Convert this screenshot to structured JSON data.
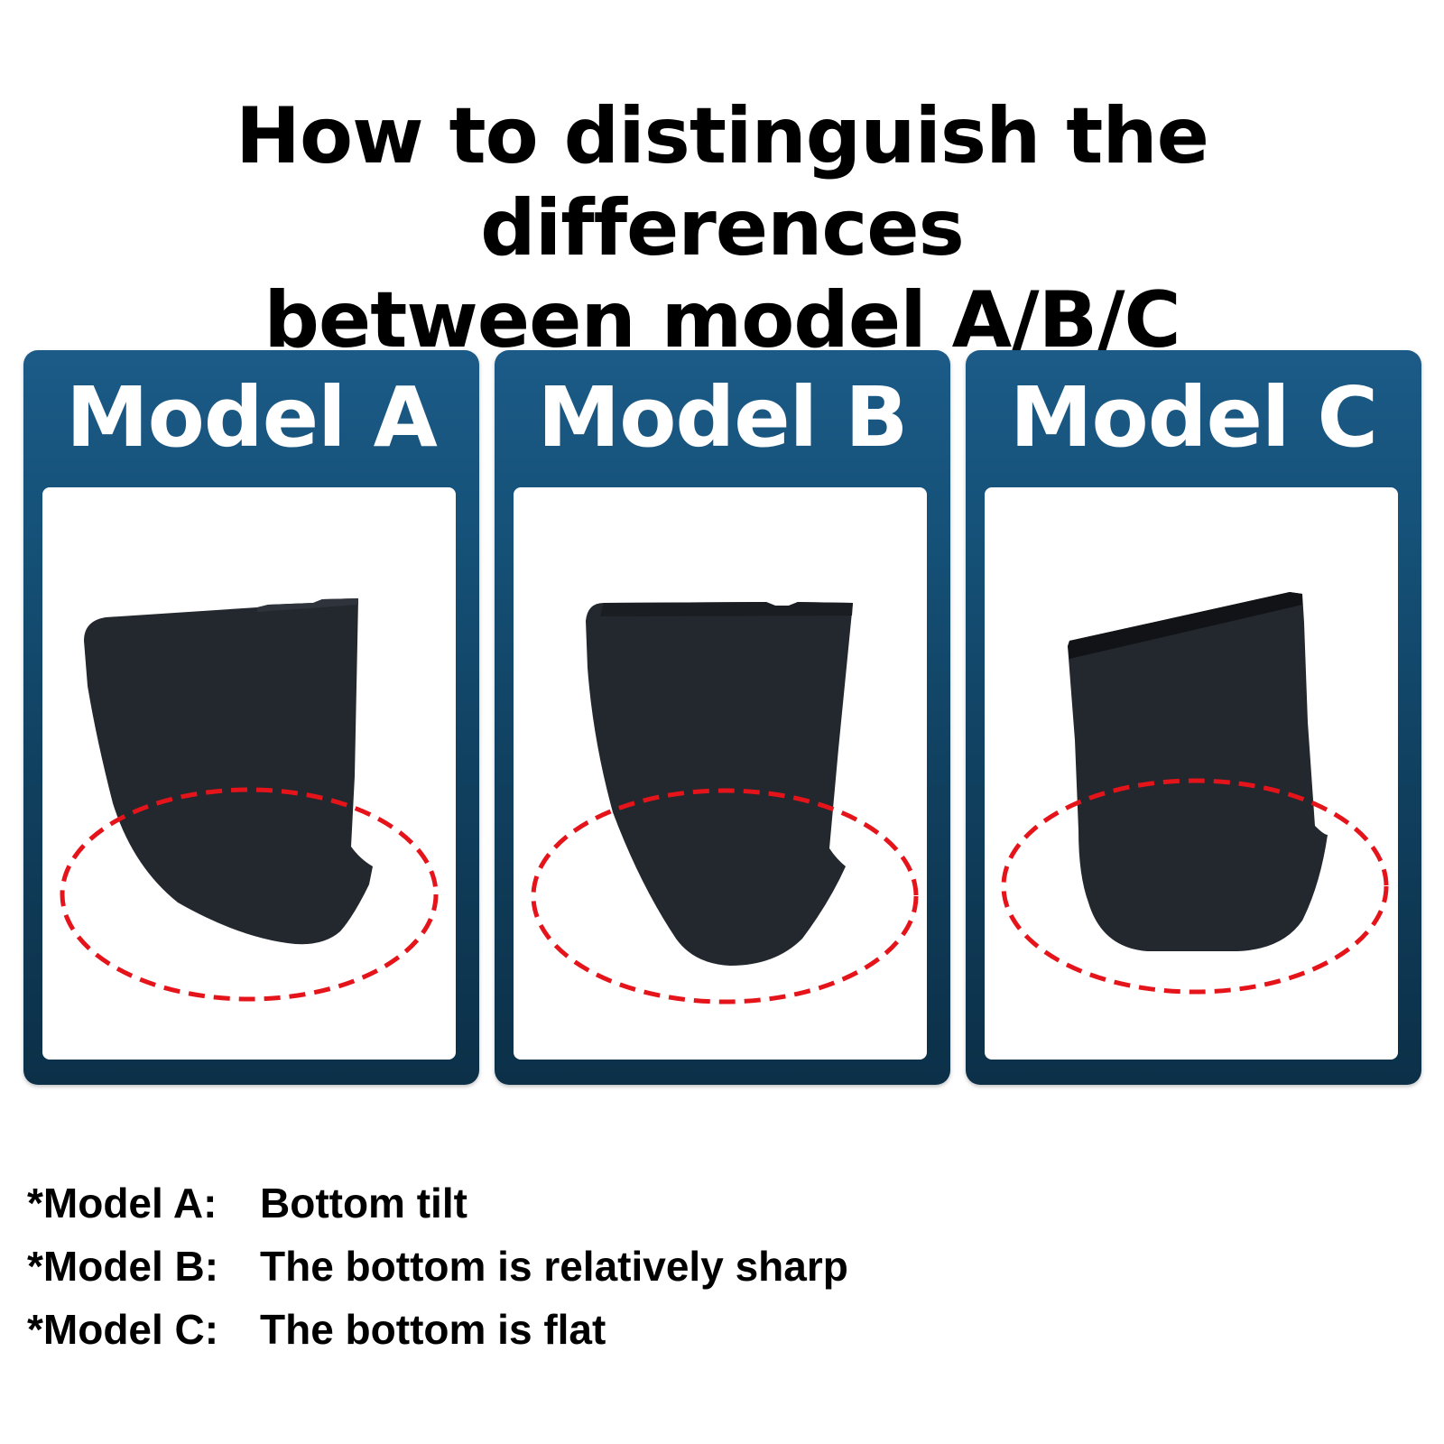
{
  "title": {
    "line1": "How to distinguish the differences",
    "line2": "between model A/B/C"
  },
  "panels": [
    {
      "label": "Model A",
      "icon": "shoe-cover-tilted-bottom-icon",
      "highlight": "red-dashed-ellipse"
    },
    {
      "label": "Model B",
      "icon": "shoe-cover-sharp-bottom-icon",
      "highlight": "red-dashed-ellipse"
    },
    {
      "label": "Model C",
      "icon": "shoe-cover-flat-bottom-icon",
      "highlight": "red-dashed-ellipse"
    }
  ],
  "notes": [
    {
      "prefix": "*Model A:",
      "text": "Bottom tilt"
    },
    {
      "prefix": "*Model B:",
      "text": "The bottom is relatively sharp"
    },
    {
      "prefix": "*Model C:",
      "text": "The bottom is flat"
    }
  ],
  "colors": {
    "panel_top": "#1c5b88",
    "panel_bottom": "#0c3048",
    "part": "#23272e",
    "highlight": "#e5141b"
  }
}
